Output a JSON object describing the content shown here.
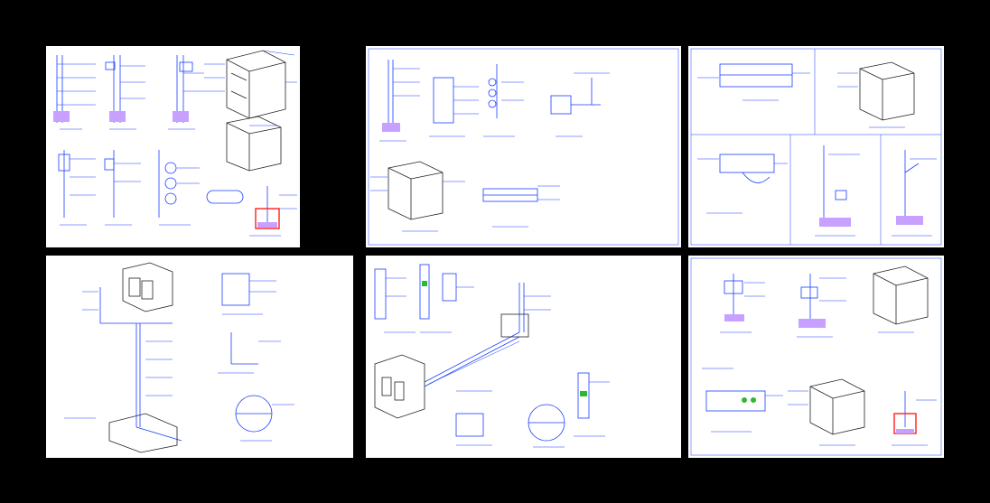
{
  "canvas": {
    "background": "#000000",
    "sheet_color": "#ffffff"
  },
  "colors": {
    "line": "#1a3cff",
    "hatch": "#c8a0ff",
    "highlight": "#ff2020",
    "valve": "#2db82d",
    "structure": "#222222"
  },
  "sheets": [
    {
      "id": "sheet-1",
      "content": "gas-meter-sections-and-isometric"
    },
    {
      "id": "sheet-2",
      "content": "regulator-details-and-box-elevation"
    },
    {
      "id": "sheet-3",
      "content": "cabinet-plan-and-section-details"
    },
    {
      "id": "sheet-4",
      "content": "riser-isometric-with-details"
    },
    {
      "id": "sheet-5",
      "content": "underground-trench-isometric"
    },
    {
      "id": "sheet-6",
      "content": "meter-box-isometric-and-plans"
    }
  ]
}
